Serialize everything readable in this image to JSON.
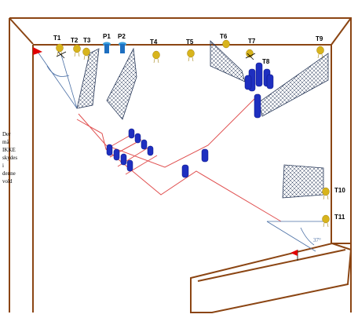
{
  "target_labels": [
    "T1",
    "T2",
    "T3",
    "T4",
    "T5",
    "T6",
    "T7",
    "T8",
    "T9",
    "T10",
    "T11"
  ],
  "post_labels": [
    "P1",
    "P2"
  ],
  "note_lines": [
    "Der",
    "må",
    "IKKE",
    "skydes",
    "i",
    "denne",
    "vold"
  ],
  "angle_label": "37°",
  "colors": {
    "wall": "#8b4513",
    "range_line": "#e05050",
    "target": "#d8b41c",
    "barrel": "#1e2fc0",
    "net": "#2a3a5a",
    "sightline": "#4a6fa5",
    "flag": "#e00000"
  }
}
